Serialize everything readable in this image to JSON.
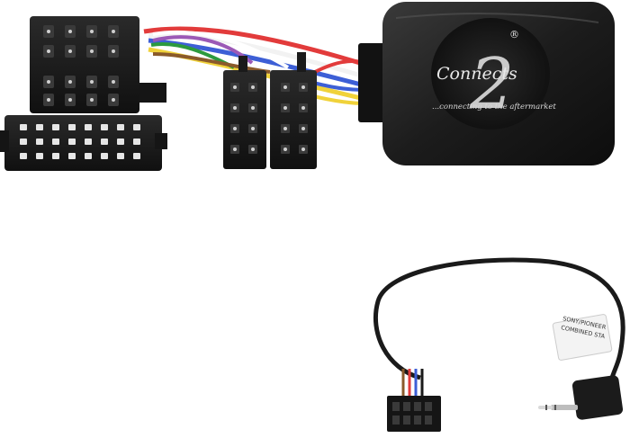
{
  "image": {
    "brand": {
      "wordmark": "Connects",
      "numeral": "2",
      "registered": "®",
      "tagline": "...connecting to the aftermarket"
    },
    "cable_label": {
      "line1": "SONY/PIONEER",
      "line2": "COMBINED STA"
    },
    "wire_colors": [
      "#e23b3b",
      "#f2f2f2",
      "#3d5fd6",
      "#f0d23a",
      "#2c9a3e",
      "#8a5a2b",
      "#9b59b6",
      "#ffffff",
      "#1a1a1a"
    ],
    "plastic_color": "#1b1b1b"
  }
}
